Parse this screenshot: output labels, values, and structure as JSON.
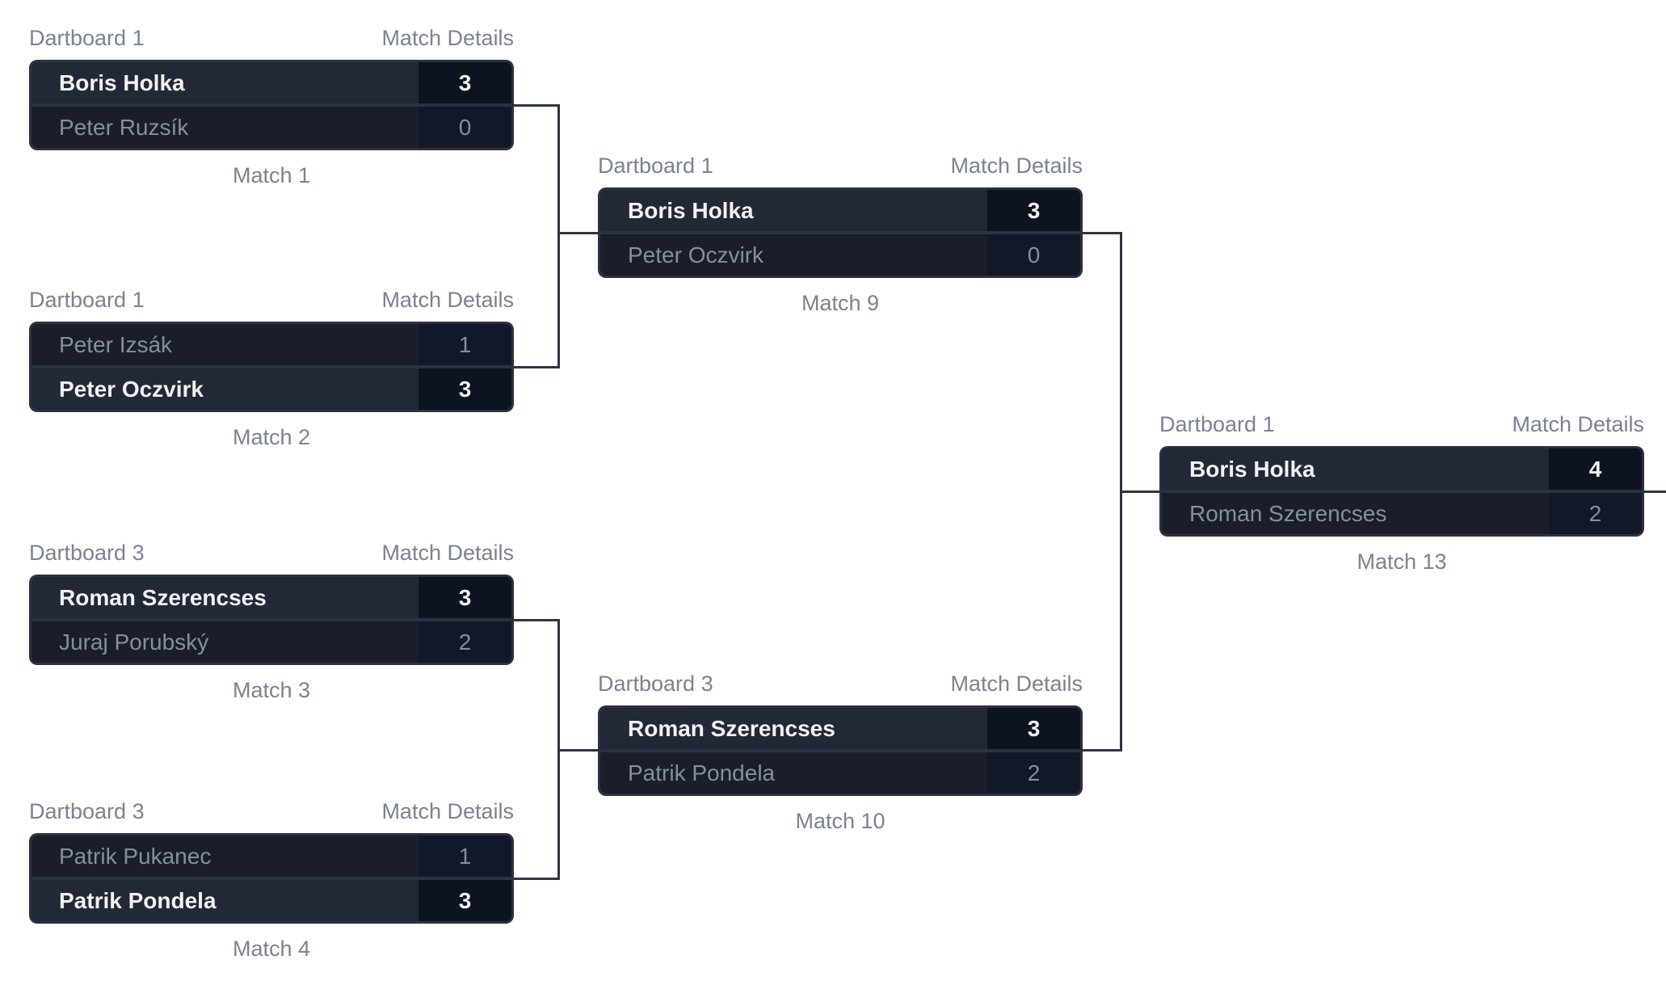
{
  "colors": {
    "page-bg": "#ffffff",
    "card-border": "#2a3140",
    "connector": "#2e3545",
    "winner-row-bg": "#222835",
    "loser-row-bg": "#191e2a",
    "winner-score-bg": "#0e1320",
    "loser-score-bg": "#131828",
    "winner-text": "#eff1f5",
    "loser-text": "#878e9d",
    "label-text": "#7b8292"
  },
  "bracket": {
    "matches": [
      {
        "board": "Dartboard 1",
        "details_label": "Match Details",
        "title": "Match 1",
        "players": [
          {
            "name": "Boris Holka",
            "score": "3",
            "winner": true
          },
          {
            "name": "Peter Ruzsík",
            "score": "0",
            "winner": false
          }
        ]
      },
      {
        "board": "Dartboard 1",
        "details_label": "Match Details",
        "title": "Match 2",
        "players": [
          {
            "name": "Peter Izsák",
            "score": "1",
            "winner": false
          },
          {
            "name": "Peter Oczvirk",
            "score": "3",
            "winner": true
          }
        ]
      },
      {
        "board": "Dartboard 3",
        "details_label": "Match Details",
        "title": "Match 3",
        "players": [
          {
            "name": "Roman Szerencses",
            "score": "3",
            "winner": true
          },
          {
            "name": "Juraj Porubský",
            "score": "2",
            "winner": false
          }
        ]
      },
      {
        "board": "Dartboard 3",
        "details_label": "Match Details",
        "title": "Match 4",
        "players": [
          {
            "name": "Patrik Pukanec",
            "score": "1",
            "winner": false
          },
          {
            "name": "Patrik Pondela",
            "score": "3",
            "winner": true
          }
        ]
      },
      {
        "board": "Dartboard 1",
        "details_label": "Match Details",
        "title": "Match 9",
        "players": [
          {
            "name": "Boris Holka",
            "score": "3",
            "winner": true
          },
          {
            "name": "Peter Oczvirk",
            "score": "0",
            "winner": false
          }
        ]
      },
      {
        "board": "Dartboard 3",
        "details_label": "Match Details",
        "title": "Match 10",
        "players": [
          {
            "name": "Roman Szerencses",
            "score": "3",
            "winner": true
          },
          {
            "name": "Patrik Pondela",
            "score": "2",
            "winner": false
          }
        ]
      },
      {
        "board": "Dartboard 1",
        "details_label": "Match Details",
        "title": "Match 13",
        "players": [
          {
            "name": "Boris Holka",
            "score": "4",
            "winner": true
          },
          {
            "name": "Roman Szerencses",
            "score": "2",
            "winner": false
          }
        ]
      }
    ]
  }
}
